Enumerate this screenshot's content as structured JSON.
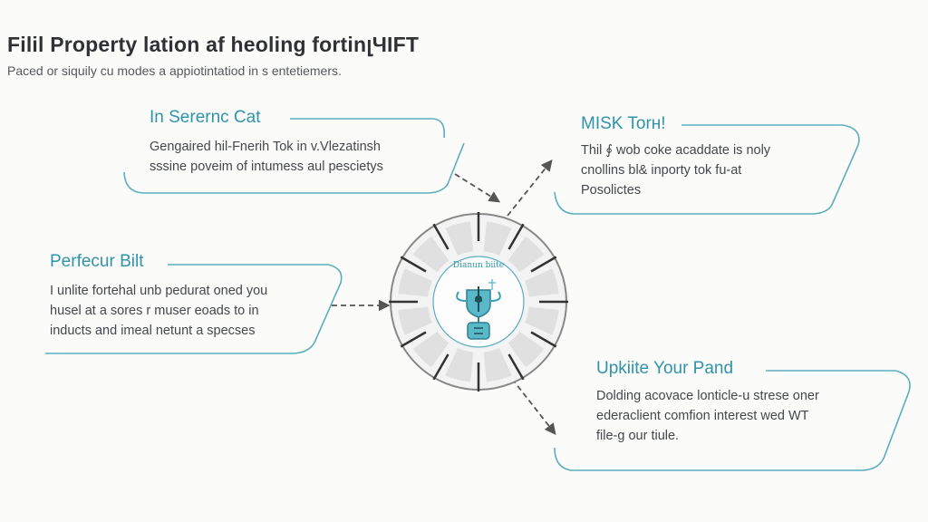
{
  "header": {
    "title": "Filil Property lation af heoling fortinլЧIFT",
    "subtitle": "Paced or siquily cu modes a appiotintatiod in s entetiemers."
  },
  "center": {
    "label": "Dianun biite",
    "icon": "trophy-shield-icon"
  },
  "cards": [
    {
      "title": "In Serernc Cat",
      "lines": [
        "Gengaired hil-Fnerih Tok in v.Vlezatinsh",
        "sssine poveim of intumess aul pescietys"
      ]
    },
    {
      "title": "MISK Torн!",
      "lines": [
        "Thil ∮ wob coke acaddate is noly",
        "cnollins bl& inporty tok fu-at",
        "Posolictes"
      ]
    },
    {
      "title": "Perfecur Bilt",
      "lines": [
        "I unlite fortehal unb pedurat oned you",
        "husel at a sores r muser eoads to in",
        "inducts and imeal netunt a specses"
      ]
    },
    {
      "title": "Upkiite Your Pand",
      "lines": [
        "Dolding acovace lonticle-u strese oner",
        "ederaclient comfion interest wed WT",
        "file-g our tiule."
      ]
    }
  ],
  "colors": {
    "accent": "#2f93aa",
    "outline": "#5aaec0",
    "text": "#3b3d40",
    "wheel": "#dcdcdc"
  }
}
